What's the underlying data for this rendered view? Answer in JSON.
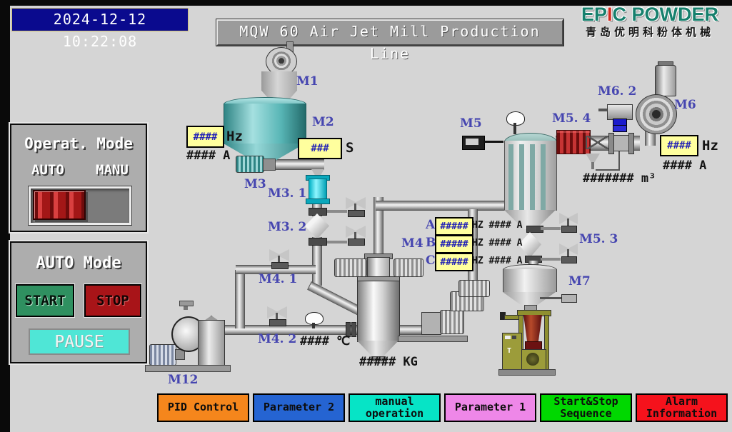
{
  "header": {
    "clock": "2024-12-12 10:22:08",
    "title": "MQW 60 Air Jet Mill Production Line",
    "logo": {
      "brand_prefix": "EP",
      "brand_accent": "I",
      "brand_suffix": "C POWDER",
      "subtitle": "青岛优明科粉体机械",
      "brand_color": "#17806d",
      "accent_color": "#d42a20"
    }
  },
  "operat_mode": {
    "title": "Operat. Mode",
    "auto": "AUTO",
    "manu": "MANU",
    "switch_position": "AUTO"
  },
  "auto_mode": {
    "title": "AUTO Mode",
    "start": "START",
    "stop": "STOP",
    "pause": "PAUSE"
  },
  "nav_buttons": [
    {
      "id": "pid-control",
      "label": "PID Control",
      "color": "#f5861c"
    },
    {
      "id": "parameter-2",
      "label": "Parameter 2",
      "color": "#2564d2"
    },
    {
      "id": "manual-operation",
      "label": "manual\noperation",
      "color": "#06e4c6"
    },
    {
      "id": "parameter-1",
      "label": "Parameter 1",
      "color": "#ee87e8"
    },
    {
      "id": "start-stop-sequence",
      "label": "Start&Stop\nSequence",
      "color": "#00d800"
    },
    {
      "id": "alarm-information",
      "label": "Alarm\nInformation",
      "color": "#f5121c"
    }
  ],
  "diagram": {
    "labels": {
      "m1": "M1",
      "m2": "M2",
      "m3": "M3",
      "m3_1": "M3. 1",
      "m3_2": "M3. 2",
      "m4": "M4",
      "m4_1": "M4. 1",
      "m4_2": "M4. 2",
      "m5": "M5",
      "m5_3": "M5. 3",
      "m5_4": "M5. 4",
      "m6": "M6",
      "m6_2": "M6. 2",
      "m7": "M7",
      "m12": "M12"
    },
    "classifier_rows": [
      {
        "label": "A",
        "value": "#####",
        "after": "HZ #### A"
      },
      {
        "label": "B",
        "value": "#####",
        "after": "HZ #### A"
      },
      {
        "label": "C",
        "value": "#####",
        "after": "HZ #### A"
      }
    ],
    "readouts": {
      "feeder_freq": {
        "value": "####",
        "unit": "Hz"
      },
      "feeder_current": "####  A",
      "m2_speed": {
        "value": "###",
        "unit": "S"
      },
      "m6_freq": {
        "value": "####",
        "unit": "Hz"
      },
      "m6_current": "####  A",
      "temperature": "####  ℃",
      "weight": "#####  KG",
      "air_volume": "#######  m³"
    },
    "packer_tag": "T"
  },
  "colors": {
    "background": "#d5d5d5",
    "clock_bg": "#0a0a8e",
    "label_blue": "#4646b0",
    "readout_bg": "#ffff9e",
    "start_green": "#2f9060",
    "stop_red": "#a81418",
    "pause_cyan": "#4fe6d6",
    "equipment_teal": "#3f9f9f",
    "valve_red": "#a52020",
    "rotary_cyan": "#00c8dc"
  }
}
